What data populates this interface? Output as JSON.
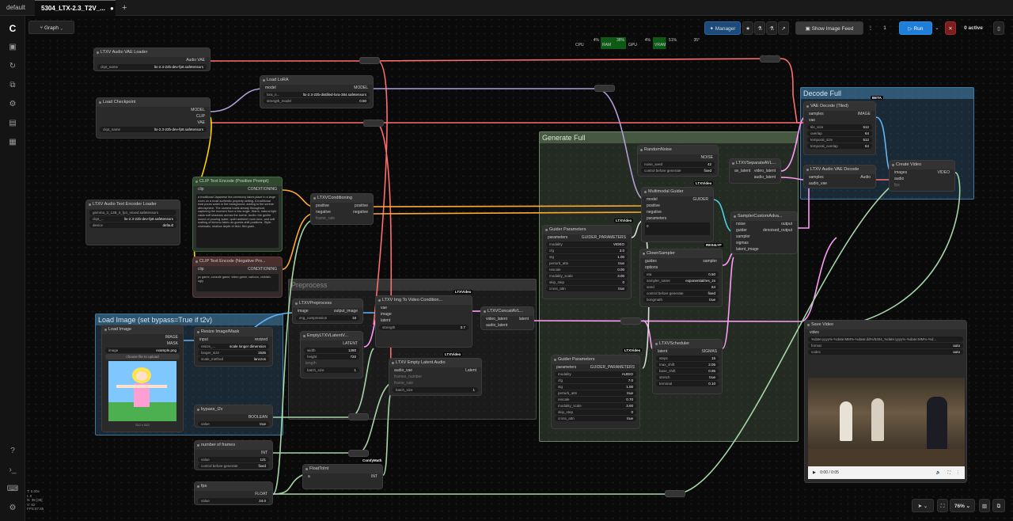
{
  "tabs": [
    {
      "label": "default"
    },
    {
      "label": "5304_LTX-2.3_T2V_..."
    }
  ],
  "toolbar": {
    "graph_label": "Graph",
    "cpu_label": "CPU",
    "cpu_val": "4%",
    "ram_label": "RAM",
    "ram_val": "38%",
    "gpu_label": "GPU",
    "gpu_val": "4%",
    "vram_label": "VRAM",
    "vram_val": "51%",
    "temp_val": "35°",
    "manager": "Manager",
    "feed": "Show Image Feed",
    "queue_count": "1",
    "run": "Run",
    "active": "0 active"
  },
  "groups": {
    "load_image": "Load Image (set bypass=True if t2v)",
    "generate_full": "Generate Full",
    "decode_full": "Decode Full",
    "preprocess": "Preprocess"
  },
  "nodes": {
    "audio_vae_loader": {
      "title": "LTXV Audio VAE Loader",
      "out": "Audio VAE",
      "w_label": "ckpt_name",
      "w_val": "ltx-2.3-22b-dev-fp8.safetensors"
    },
    "load_lora": {
      "title": "Load LoRA",
      "in": "model",
      "out": "MODEL",
      "w1_label": "lora_n...",
      "w1_val": "ltx-2.3-22b-distilled-lora-384.safetensors",
      "w2_label": "strength_model",
      "w2_val": "0.50"
    },
    "load_checkpoint": {
      "title": "Load Checkpoint",
      "o1": "MODEL",
      "o2": "CLIP",
      "o3": "VAE",
      "w_label": "ckpt_name",
      "w_val": "ltx-2.3-22b-dev-fp8.safetensors"
    },
    "text_encoder_loader": {
      "title": "LTXV Audio Text Encoder Loader",
      "w1_val": "gemma_3_12B_it_fp4_mixed.safetensors",
      "w2_label": "ckpt_...",
      "w2_val": "ltx-2.3-22b-dev-fp8.safetensors",
      "w3_label": "device",
      "w3_val": "default"
    },
    "clip_pos": {
      "title": "CLIP Text Encode (Positive Prompt)",
      "in": "clip",
      "out": "CONDITIONING",
      "text": "a traditional Japanese tea ceremony takes place in a large room on a most authentic property setting. A traditional host pours water in the background, adding to the serene atmosphere. The camera holds steady throughout, capturing the moment from a low angle. Warm, natural light casts soft shadows across the scene. Audio: the gentle sound of pouring water, quiet ambient room tone, and soft rustling of kimono fabric as guests shift positions. Style: cinematic, shallow depth of field, film grain."
    },
    "clip_neg": {
      "title": "CLIP Text Encode (Negative Pro...",
      "in": "clip",
      "out": "CONDITIONING",
      "text": "pc game, console game, video game, cartoon, childish, ugly"
    },
    "ltxv_cond": {
      "title": "LTXVConditioning",
      "i1": "positive",
      "i2": "negative",
      "i3": "frame_rate",
      "o1": "positive",
      "o2": "negative"
    },
    "ltxv_preprocess": {
      "title": "LTXVPreprocess",
      "in": "image",
      "out": "output_image",
      "w_label": "img_compression",
      "w_val": "18"
    },
    "img_to_video": {
      "title": "LTXV Img To Video Condition...",
      "i1": "vae",
      "i2": "image",
      "i3": "latent",
      "w_label": "strength",
      "w_val": "0.7",
      "badge": "LTXVideo"
    },
    "concat": {
      "title": "LTXVConcatAVL...",
      "i1": "video_latent",
      "i2": "audio_latent",
      "out": "latent"
    },
    "empty_latent": {
      "title": "EmptyLTXVLatentV...",
      "out": "LATENT",
      "w1_label": "width",
      "w1_val": "1280",
      "w2_label": "height",
      "w2_val": "720",
      "w3_label": "length",
      "w4_label": "batch_size",
      "w4_val": "1"
    },
    "empty_audio": {
      "title": "LTXV Empty Latent Audio",
      "in": "audio_vae",
      "out": "Latent",
      "w1_label": "frames_number",
      "w2_label": "frame_rate",
      "w3_label": "batch_size",
      "w3_val": "1",
      "badge": "LTXVideo"
    },
    "load_image": {
      "title": "Load Image",
      "o1": "IMAGE",
      "o2": "MASK",
      "w_label": "image",
      "w_val": "example.png",
      "upload": "choose file to upload",
      "caption": "512 x 512"
    },
    "resize": {
      "title": "Resize Image/Mask",
      "in": "input",
      "out": "resized",
      "w1_label": "resize_...",
      "w1_val": "scale longer dimension",
      "w2_label": "longer_size",
      "w2_val": "1536",
      "w3_label": "scale_method",
      "w3_val": "lanczos"
    },
    "bypass": {
      "title": "bypass_i2v",
      "out": "BOOLEAN",
      "w_label": "value",
      "w_val": "true"
    },
    "frames": {
      "title": "number of frames",
      "out": "INT",
      "w1_label": "value",
      "w1_val": "121",
      "w2_label": "control before generate",
      "w2_val": "fixed"
    },
    "fps": {
      "title": "fps",
      "out": "FLOAT",
      "w_label": "value",
      "w_val": "24.0"
    },
    "float_int": {
      "title": "FloatToInt",
      "in": "a",
      "out": "INT",
      "badge": "ComfyMath"
    },
    "random_noise": {
      "title": "RandomNoise",
      "out": "NOISE",
      "w1_label": "noise_seed",
      "w1_val": "42",
      "w2_label": "control before generate",
      "w2_val": "fixed"
    },
    "mm_guider": {
      "title": "Multimodal Guider",
      "i1": "model",
      "i2": "positive",
      "i3": "negative",
      "i4": "parameters",
      "out": "GUIDER",
      "badge": "LTXVideo",
      "field": "0"
    },
    "guider_params_v": {
      "title": "Guider Parameters",
      "in": "parameters",
      "out": "GUIDER_PARAMETERS",
      "rows": [
        [
          "modality",
          "VIDEO"
        ],
        [
          "cfg",
          "3.0"
        ],
        [
          "stg",
          "1.00"
        ],
        [
          "perturb_attn",
          "true"
        ],
        [
          "rescale",
          "0.00"
        ],
        [
          "modality_scale",
          "3.00"
        ],
        [
          "skip_step",
          "0"
        ],
        [
          "cross_attn",
          "true"
        ]
      ],
      "badge": "LTXVideo"
    },
    "guider_params_a": {
      "title": "Guider Parameters",
      "in": "parameters",
      "out": "GUIDER_PARAMETERS",
      "rows": [
        [
          "modality",
          "AUDIO"
        ],
        [
          "cfg",
          "7.0"
        ],
        [
          "stg",
          "1.00"
        ],
        [
          "perturb_attn",
          "true"
        ],
        [
          "rescale",
          "0.70"
        ],
        [
          "modality_scale",
          "3.00"
        ],
        [
          "skip_step",
          "0"
        ],
        [
          "cross_attn",
          "true"
        ]
      ],
      "badge": "LTXVideo"
    },
    "clown": {
      "title": "ClownSampler",
      "i1": "guides",
      "i2": "options",
      "out": "sampler",
      "rows": [
        [
          "eta",
          "0.50"
        ],
        [
          "sampler_name",
          "exponential/res_2s"
        ],
        [
          "seed",
          "64"
        ],
        [
          "control before generate",
          "fixed"
        ],
        [
          "bongmath",
          "true"
        ]
      ],
      "badge": "RES4LYF"
    },
    "scheduler": {
      "title": "LTXVScheduler",
      "in": "latent",
      "out": "SIGMAS",
      "rows": [
        [
          "steps",
          "15"
        ],
        [
          "max_shift",
          "2.05"
        ],
        [
          "base_shift",
          "0.95"
        ],
        [
          "stretch",
          "true"
        ],
        [
          "terminal",
          "0.10"
        ]
      ]
    },
    "separate": {
      "title": "LTXVSeparateAVL...",
      "in": "av_latent",
      "o1": "video_latent",
      "o2": "audio_latent"
    },
    "sampler_adv": {
      "title": "SamplerCustomAdva...",
      "i1": "noise",
      "i2": "guider",
      "i3": "sampler",
      "i4": "sigmas",
      "i5": "latent_image",
      "o1": "output",
      "o2": "denoised_output"
    },
    "vae_decode": {
      "title": "VAE Decode (Tiled)",
      "i1": "samples",
      "i2": "vae",
      "out": "IMAGE",
      "badge": "BETA",
      "rows": [
        [
          "tile_size",
          "512"
        ],
        [
          "overlap",
          "64"
        ],
        [
          "temporal_size",
          "512"
        ],
        [
          "temporal_overlap",
          "64"
        ]
      ]
    },
    "audio_decode": {
      "title": "LTXV Audio VAE Decode",
      "i1": "samples",
      "i2": "audio_vae",
      "out": "Audio"
    },
    "create_video": {
      "title": "Create Video",
      "i1": "images",
      "i2": "audio",
      "i3": "fps",
      "out": "VIDEO"
    },
    "save_video": {
      "title": "Save Video",
      "in": "video",
      "w1_val": "%date:yyyy%-%date:MM%-%date:dd%/5304_%date:yyyy%-%date:MM%-%d...",
      "w2_label": "format",
      "w2_val": "auto",
      "w3_label": "codec",
      "w3_val": "auto",
      "time": "0:00 / 0:05"
    }
  },
  "canvas_info": {
    "l1": "T: 0.00s",
    "l2": "I: 0",
    "l3": "N: 38 [38]",
    "l4": "V: 82",
    "l5": "FPS:87.85"
  },
  "zoom": "76%",
  "colors": {
    "model": "#b39ddb",
    "clip": "#ffd500",
    "vae": "#ff6e6e",
    "conditioning": "#ffa931",
    "latent": "#ff9cf9",
    "image": "#64b5f6",
    "int": "#a5d6a7",
    "group_blue": "#3f789e",
    "group_green": "#556b50"
  }
}
